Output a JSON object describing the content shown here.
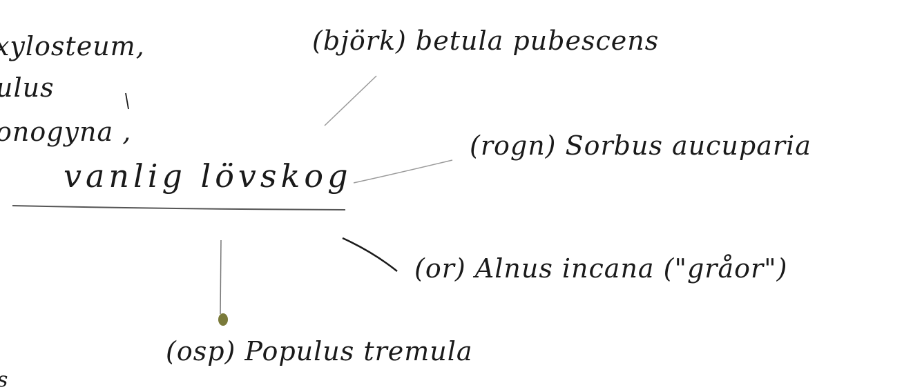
{
  "diagram": {
    "center": {
      "label": "vanlig lövskog"
    },
    "left_partial": [
      {
        "text": "xylosteum,"
      },
      {
        "text": "ulus"
      },
      {
        "text": "onogyna ,"
      },
      {
        "text": "s"
      }
    ],
    "branches": [
      {
        "text": "(björk) betula pubescens"
      },
      {
        "text": "(rogn) Sorbus aucuparia"
      },
      {
        "text": "(or) Alnus incana (\"gråor\")"
      },
      {
        "text": "(osp) Populus tremula"
      }
    ],
    "colors": {
      "ink": "#1a1a1a",
      "pencil": "#9a9a9a",
      "dot": "#7a7a3a"
    }
  }
}
